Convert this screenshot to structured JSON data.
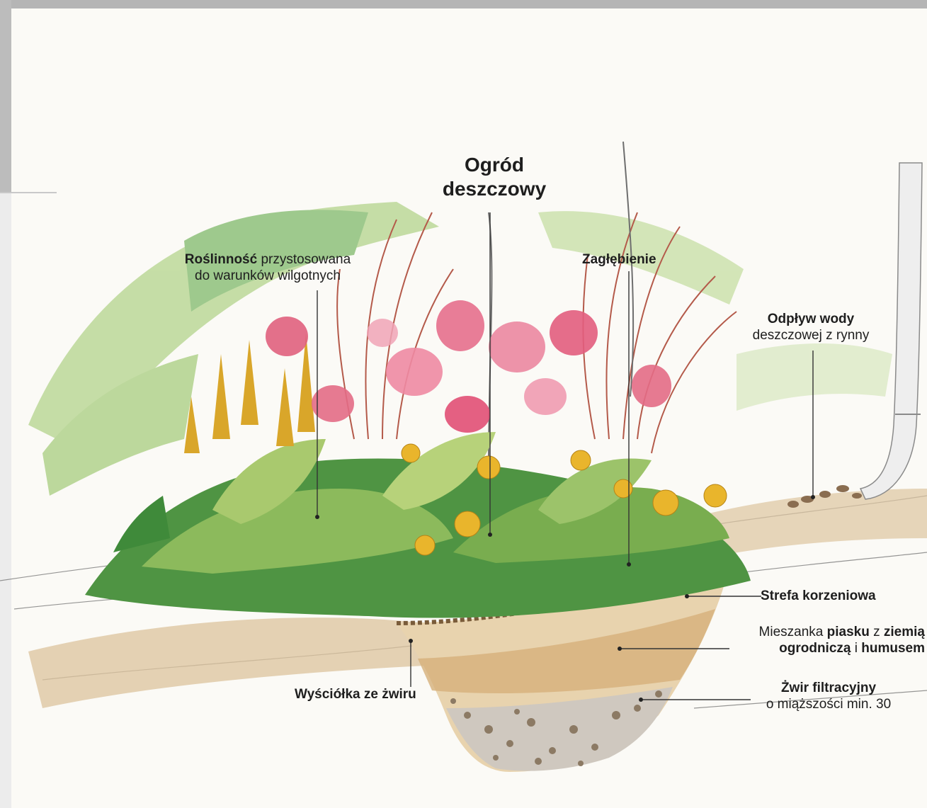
{
  "title": {
    "line1": "Ogród",
    "line2": "deszczowy"
  },
  "labels": {
    "vegetation": {
      "bold": "Roślinność",
      "text1": " przystosowana",
      "line2": "do warunków wilgotnych"
    },
    "depression": "Zagłębienie",
    "drain": {
      "bold": "Odpływ wody",
      "line2": "deszczowej z rynny"
    },
    "root_zone": "Strefa korzeniowa",
    "mix": {
      "t1": "Mieszanka ",
      "b1": "piasku",
      "t2": " z ",
      "b2": "ziemią",
      "b3": "ogrodniczą",
      "t3": " i ",
      "b4": "humusem"
    },
    "gravel_mulch": "Wyściółka ze żwiru",
    "filter_gravel": {
      "bold": "Żwir filtracyjny",
      "line2": "o miąższości min. 30"
    }
  },
  "colors": {
    "frame": "#b9b9b9",
    "leaf_dark": "#3f8a3a",
    "leaf_light": "#9cc36a",
    "flower_pink": "#e0607e",
    "flower_yellow": "#e9b52c",
    "soil": "#c9a676",
    "gravel": "#8c7a64"
  }
}
